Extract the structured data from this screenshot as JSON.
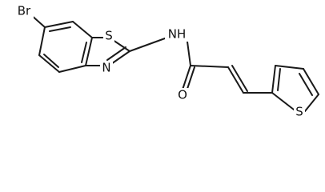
{
  "molecule": {
    "atoms": {
      "br": "Br",
      "s_thiazole": "S",
      "n_thiazole": "N",
      "nh": "NH",
      "o": "O",
      "s_thiophene": "S"
    }
  }
}
